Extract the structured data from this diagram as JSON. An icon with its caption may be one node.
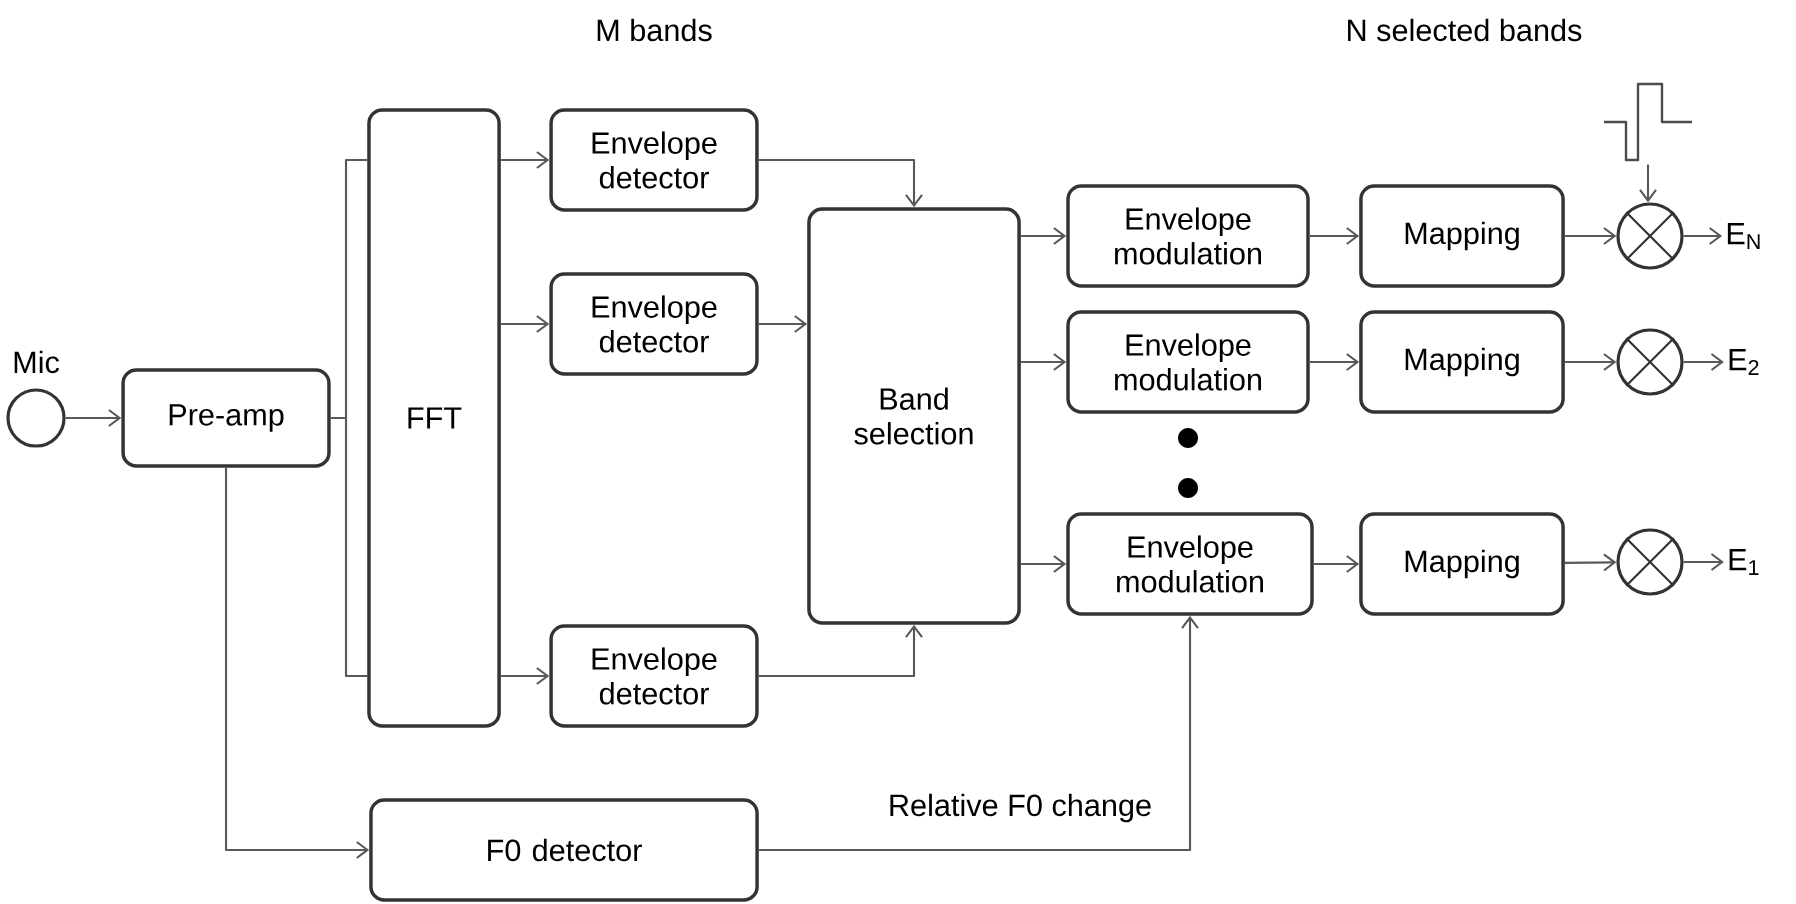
{
  "diagram": {
    "nodes": [
      {
        "text": [],
        "shape": "circle",
        "beside": [
          "Mic"
        ]
      },
      {
        "text": [
          "Pre-amp"
        ]
      },
      {
        "text": [
          "FFT"
        ]
      },
      {
        "text": [
          "Envelope detector"
        ]
      },
      {
        "text": [
          "Envelope detector"
        ]
      },
      {
        "text": [
          "Envelope detector"
        ]
      },
      {
        "text": [
          "Band selection"
        ]
      },
      {
        "text": [
          "Envelope modulation"
        ]
      },
      {
        "text": [
          "Envelope modulation"
        ]
      },
      {
        "text": [
          "Envelope modulation"
        ]
      },
      {
        "text": [
          "Mapping"
        ]
      },
      {
        "text": [
          "Mapping"
        ]
      },
      {
        "text": [
          "Mapping"
        ]
      },
      {
        "text": [],
        "shape": "multiplier"
      },
      {
        "text": [],
        "shape": "multiplier"
      },
      {
        "text": [],
        "shape": "multiplier"
      },
      {
        "text": [
          "F0 detector"
        ]
      },
      {
        "text": [],
        "shape": "picture"
      },
      {
        "text": [
          "E$_{N}$"
        ]
      },
      {
        "text": [
          "E$_{2}$"
        ]
      },
      {
        "text": [
          "E$_{1}$"
        ]
      }
    ],
    "edges": [
      {
        "from": 0,
        "to": 1,
        "arrow": "to"
      },
      {
        "from": 1,
        "to": 2,
        "arrow": "none"
      },
      {
        "from": 2,
        "to": 3,
        "arrow": "to"
      },
      {
        "from": 2,
        "to": 4,
        "arrow": "to"
      },
      {
        "from": 2,
        "to": 5,
        "arrow": "to"
      },
      {
        "from": 3,
        "to": 6,
        "arrow": "to"
      },
      {
        "from": 4,
        "to": 6,
        "arrow": "to"
      },
      {
        "from": 5,
        "to": 6,
        "arrow": "to"
      },
      {
        "from": 6,
        "to": 7,
        "arrow": "to"
      },
      {
        "from": 6,
        "to": 8,
        "arrow": "to"
      },
      {
        "from": 6,
        "to": 9,
        "arrow": "to"
      },
      {
        "from": 7,
        "to": 10,
        "arrow": "to"
      },
      {
        "from": 8,
        "to": 11,
        "arrow": "to"
      },
      {
        "from": 9,
        "to": 12,
        "arrow": "to"
      },
      {
        "from": 10,
        "to": 13,
        "arrow": "to"
      },
      {
        "from": 11,
        "to": 14,
        "arrow": "to"
      },
      {
        "from": 12,
        "to": 15,
        "arrow": "to"
      },
      {
        "from": 17,
        "to": 13,
        "arrow": "to"
      },
      {
        "from": 13,
        "to": 18,
        "arrow": "to"
      },
      {
        "from": 14,
        "to": 19,
        "arrow": "to"
      },
      {
        "from": 15,
        "to": 20,
        "arrow": "to"
      },
      {
        "from": 1,
        "to": 16,
        "arrow": "to"
      },
      {
        "from": 16,
        "to": 9,
        "arrow": "to",
        "label": "Relative F0 change"
      }
    ],
    "labels": [
      "M bands",
      "N selected bands"
    ]
  }
}
